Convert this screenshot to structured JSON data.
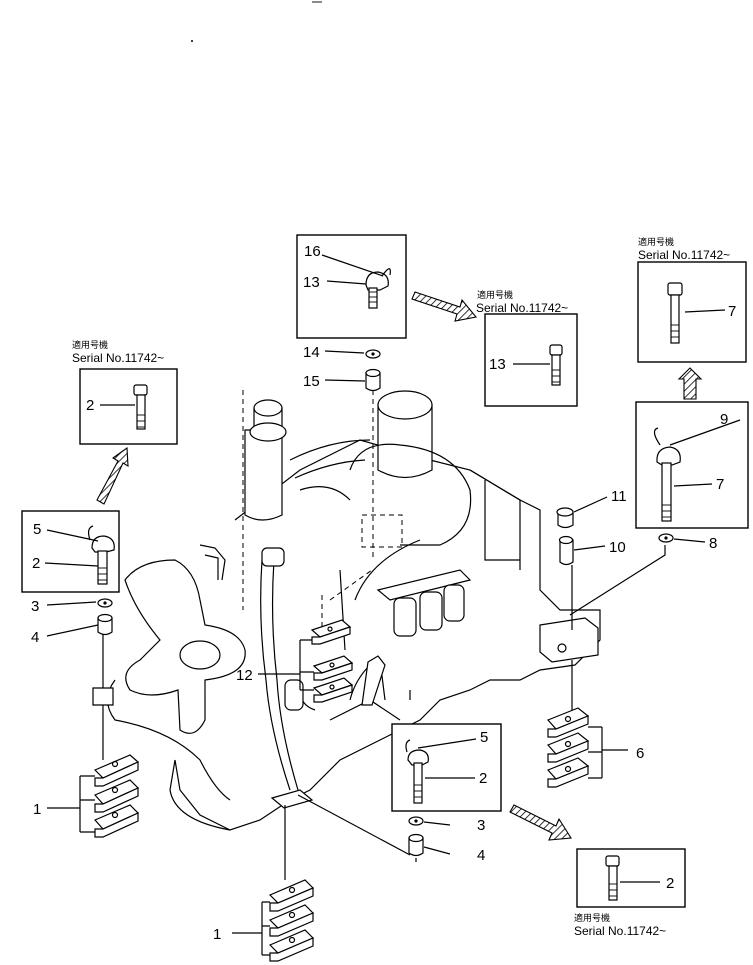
{
  "applicable_label": "適用号機",
  "serial_label": "Serial No.11742~",
  "part_numbers": {
    "p1": "1",
    "p2": "2",
    "p3": "3",
    "p4": "4",
    "p5": "5",
    "p6": "6",
    "p7": "7",
    "p8": "8",
    "p9": "9",
    "p10": "10",
    "p11": "11",
    "p12": "12",
    "p13": "13",
    "p14": "14",
    "p15": "15",
    "p16": "16"
  }
}
